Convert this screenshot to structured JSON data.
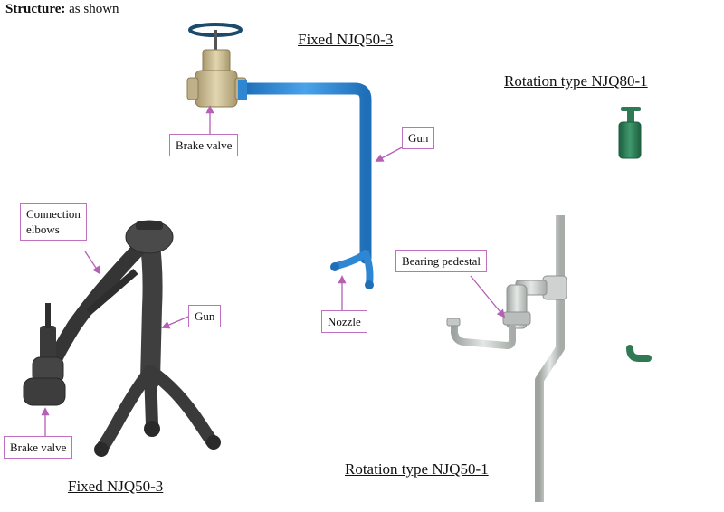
{
  "heading": {
    "label": "Structure:",
    "text": "as shown"
  },
  "titles": {
    "fixed_top": "Fixed NJQ50-3",
    "rotation_80": "Rotation type NJQ80-1",
    "fixed_bottom": "Fixed NJQ50-3",
    "rotation_50": "Rotation type NJQ50-1"
  },
  "callouts": {
    "brake_valve_top": "Brake valve",
    "gun_top": "Gun",
    "nozzle": "Nozzle",
    "connection_elbows_line1": "Connection",
    "connection_elbows_line2": "elbows",
    "gun_left": "Gun",
    "brake_valve_left": "Brake valve",
    "bearing_pedestal": "Bearing pedestal"
  },
  "colors": {
    "callout_border": "#c070c0",
    "arrow": "#b55fb5",
    "blue_pipe": "#2f86d2",
    "dark_iron": "#3c3c3c",
    "green_pipe": "#2f7a55",
    "silver_pipe": "#c4c8c6",
    "brass_valve": "#c8b98f"
  }
}
